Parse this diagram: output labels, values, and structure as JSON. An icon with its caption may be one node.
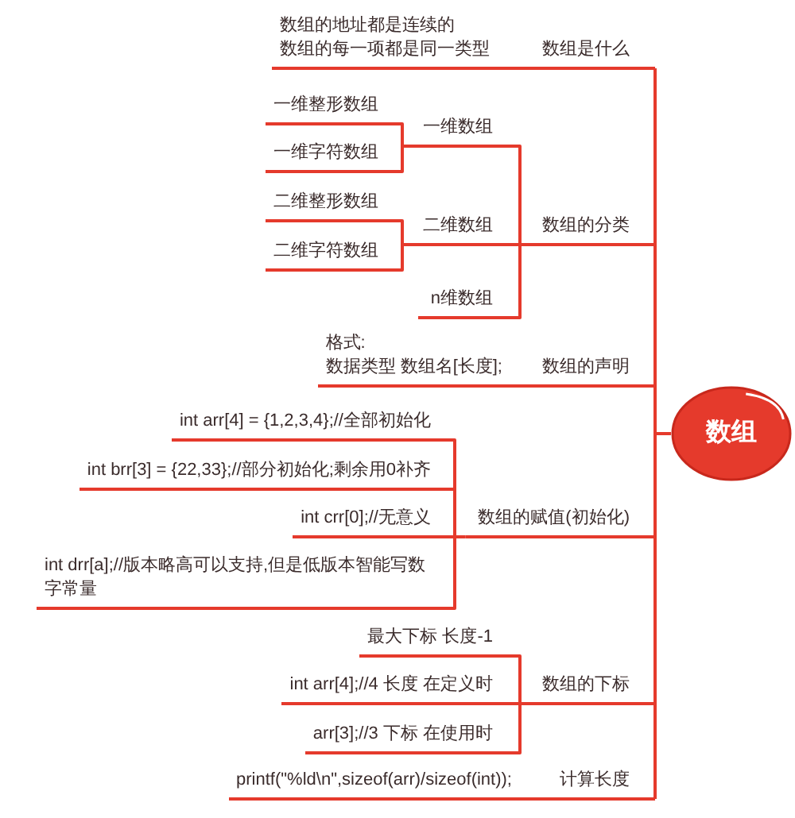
{
  "diagram": {
    "nodes": [
      {
        "text": [
          "数组的地址都是连续的",
          "数组的每一项都是同一类型"
        ]
      },
      {
        "text": [
          "数组是什么"
        ]
      },
      {
        "text": [
          "一维整形数组"
        ]
      },
      {
        "text": [
          "一维数组"
        ]
      },
      {
        "text": [
          "一维字符数组"
        ]
      },
      {
        "text": [
          "二维整形数组"
        ]
      },
      {
        "text": [
          "二维数组"
        ]
      },
      {
        "text": [
          "数组的分类"
        ]
      },
      {
        "text": [
          "二维字符数组"
        ]
      },
      {
        "text": [
          "n维数组"
        ]
      },
      {
        "text": [
          "格式:",
          "数据类型 数组名[长度];"
        ]
      },
      {
        "text": [
          "数组的声明"
        ]
      },
      {
        "text": [
          "数组"
        ]
      },
      {
        "text": [
          "int arr[4] = {1,2,3,4};//全部初始化"
        ]
      },
      {
        "text": [
          "int brr[3] = {22,33};//部分初始化;剩余用0补齐"
        ]
      },
      {
        "text": [
          "int crr[0];//无意义"
        ]
      },
      {
        "text": [
          "数组的赋值(初始化)"
        ]
      },
      {
        "text": [
          "int drr[a];//版本略高可以支持,但是低版本智能写数字常量"
        ]
      },
      {
        "text": [
          "最大下标 长度-1"
        ]
      },
      {
        "text": [
          "int arr[4];//4 长度 在定义时"
        ]
      },
      {
        "text": [
          "数组的下标"
        ]
      },
      {
        "text": [
          "arr[3];//3 下标 在使用时"
        ]
      },
      {
        "text": [
          "printf(\"%ld\\n\",sizeof(arr)/sizeof(int));"
        ]
      },
      {
        "text": [
          "计算长度"
        ]
      }
    ],
    "edges": [
      {
        "from": 12,
        "to": 1,
        "arrow": "none"
      },
      {
        "from": 12,
        "to": 7,
        "arrow": "none"
      },
      {
        "from": 12,
        "to": 11,
        "arrow": "none"
      },
      {
        "from": 12,
        "to": 16,
        "arrow": "none"
      },
      {
        "from": 12,
        "to": 20,
        "arrow": "none"
      },
      {
        "from": 12,
        "to": 23,
        "arrow": "none"
      },
      {
        "from": 1,
        "to": 0,
        "arrow": "none"
      },
      {
        "from": 7,
        "to": 3,
        "arrow": "none"
      },
      {
        "from": 7,
        "to": 6,
        "arrow": "none"
      },
      {
        "from": 7,
        "to": 9,
        "arrow": "none"
      },
      {
        "from": 3,
        "to": 2,
        "arrow": "none"
      },
      {
        "from": 3,
        "to": 4,
        "arrow": "none"
      },
      {
        "from": 6,
        "to": 5,
        "arrow": "none"
      },
      {
        "from": 6,
        "to": 8,
        "arrow": "none"
      },
      {
        "from": 11,
        "to": 10,
        "arrow": "none"
      },
      {
        "from": 16,
        "to": 13,
        "arrow": "none"
      },
      {
        "from": 16,
        "to": 14,
        "arrow": "none"
      },
      {
        "from": 16,
        "to": 15,
        "arrow": "none"
      },
      {
        "from": 16,
        "to": 17,
        "arrow": "none"
      },
      {
        "from": 20,
        "to": 18,
        "arrow": "none"
      },
      {
        "from": 20,
        "to": 19,
        "arrow": "none"
      },
      {
        "from": 20,
        "to": 21,
        "arrow": "none"
      },
      {
        "from": 23,
        "to": 22,
        "arrow": "none"
      }
    ]
  }
}
